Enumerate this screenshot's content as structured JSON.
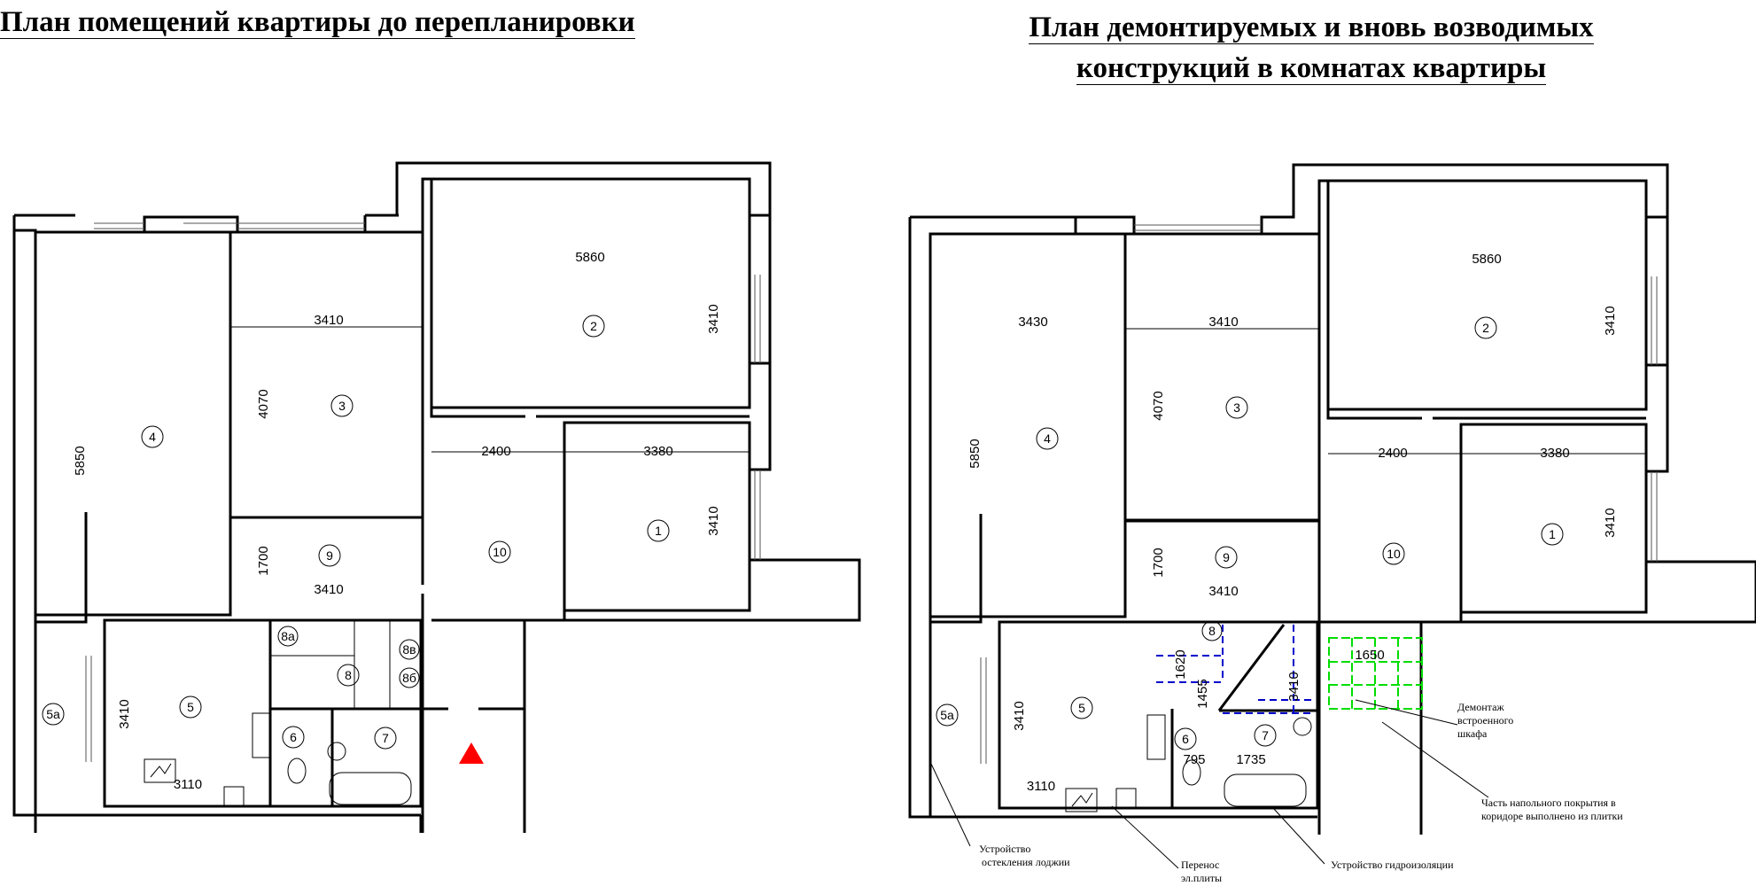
{
  "titles": {
    "left": "План помещений квартиры до перепланировки",
    "right_line1": "План демонтируемых и вновь возводимых",
    "right_line2": "конструкций в комнатах квартиры"
  },
  "left_plan": {
    "dims": {
      "d5860": "5860",
      "d3410_r2": "3410",
      "d3410_r3": "3410",
      "d4070": "4070",
      "d5850": "5850",
      "d2400": "2400",
      "d3380": "3380",
      "d3410_r1": "3410",
      "d1700": "1700",
      "d3410_r9": "3410",
      "d3410_r5": "3410",
      "d3110": "3110"
    },
    "rooms": {
      "r1": "1",
      "r2": "2",
      "r3": "3",
      "r4": "4",
      "r5": "5",
      "r5a": "5а",
      "r6": "6",
      "r7": "7",
      "r8": "8",
      "r8a": "8а",
      "r8b": "8б",
      "r8v": "8в",
      "r9": "9",
      "r10": "10"
    }
  },
  "right_plan": {
    "dims": {
      "d5860": "5860",
      "d3410_r2": "3410",
      "d3430": "3430",
      "d3410_r3": "3410",
      "d4070": "4070",
      "d5850": "5850",
      "d2400": "2400",
      "d3380": "3380",
      "d3410_r1": "3410",
      "d1700": "1700",
      "d3410_r9": "3410",
      "d3410_r5": "3410",
      "d3110": "3110",
      "d1650": "1650",
      "d1620": "1620",
      "d1455": "1455",
      "d3410_b": "3410",
      "d795": "795",
      "d1735": "1735"
    },
    "rooms": {
      "r1": "1",
      "r2": "2",
      "r3": "3",
      "r4": "4",
      "r5": "5",
      "r5a": "5а",
      "r6": "6",
      "r7": "7",
      "r8": "8",
      "r9": "9",
      "r10": "10"
    },
    "notes": {
      "demontazh_1": "Демонтаж",
      "demontazh_2": "встроенного",
      "demontazh_3": "шкафа",
      "floor_1": "Часть напольного покрытия в",
      "floor_2": "коридоре выполнено из плитки",
      "glazing_1": "Устройство",
      "glazing_2": "остекления лоджии",
      "stove_1": "Перенос",
      "stove_2": "эл.плиты",
      "waterproof": "Устройство гидроизоляции"
    }
  },
  "colors": {
    "entrance_marker": "#ff0000",
    "demolition_lines": "#0000cc",
    "tile_area": "#00dd00"
  }
}
